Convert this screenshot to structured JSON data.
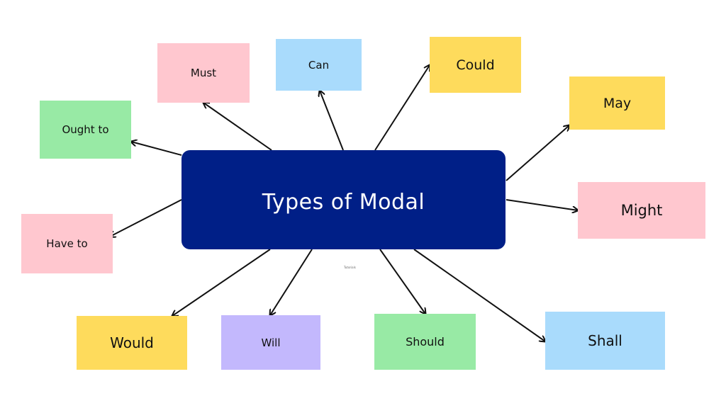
{
  "diagram": {
    "center": {
      "label": "Types of Modal",
      "fill": "#001f87",
      "text_color": "#ffffff"
    },
    "tiny_label": "Tutorials",
    "colors": {
      "pink": "#ffc7cf",
      "blue": "#a9dbfc",
      "yellow": "#fedb5c",
      "green": "#98eaa5",
      "purple": "#c3b8fd",
      "arrow": "#111111"
    },
    "nodes": [
      {
        "id": "must",
        "label": "Must",
        "color": "pink"
      },
      {
        "id": "can",
        "label": "Can",
        "color": "blue"
      },
      {
        "id": "could",
        "label": "Could",
        "color": "yellow"
      },
      {
        "id": "may",
        "label": "May",
        "color": "yellow"
      },
      {
        "id": "ought-to",
        "label": "Ought to",
        "color": "green"
      },
      {
        "id": "have-to",
        "label": "Have to",
        "color": "pink"
      },
      {
        "id": "might",
        "label": "Might",
        "color": "pink"
      },
      {
        "id": "would",
        "label": "Would",
        "color": "yellow"
      },
      {
        "id": "will",
        "label": "Will",
        "color": "purple"
      },
      {
        "id": "should",
        "label": "Should",
        "color": "green"
      },
      {
        "id": "shall",
        "label": "Shall",
        "color": "blue"
      }
    ]
  }
}
